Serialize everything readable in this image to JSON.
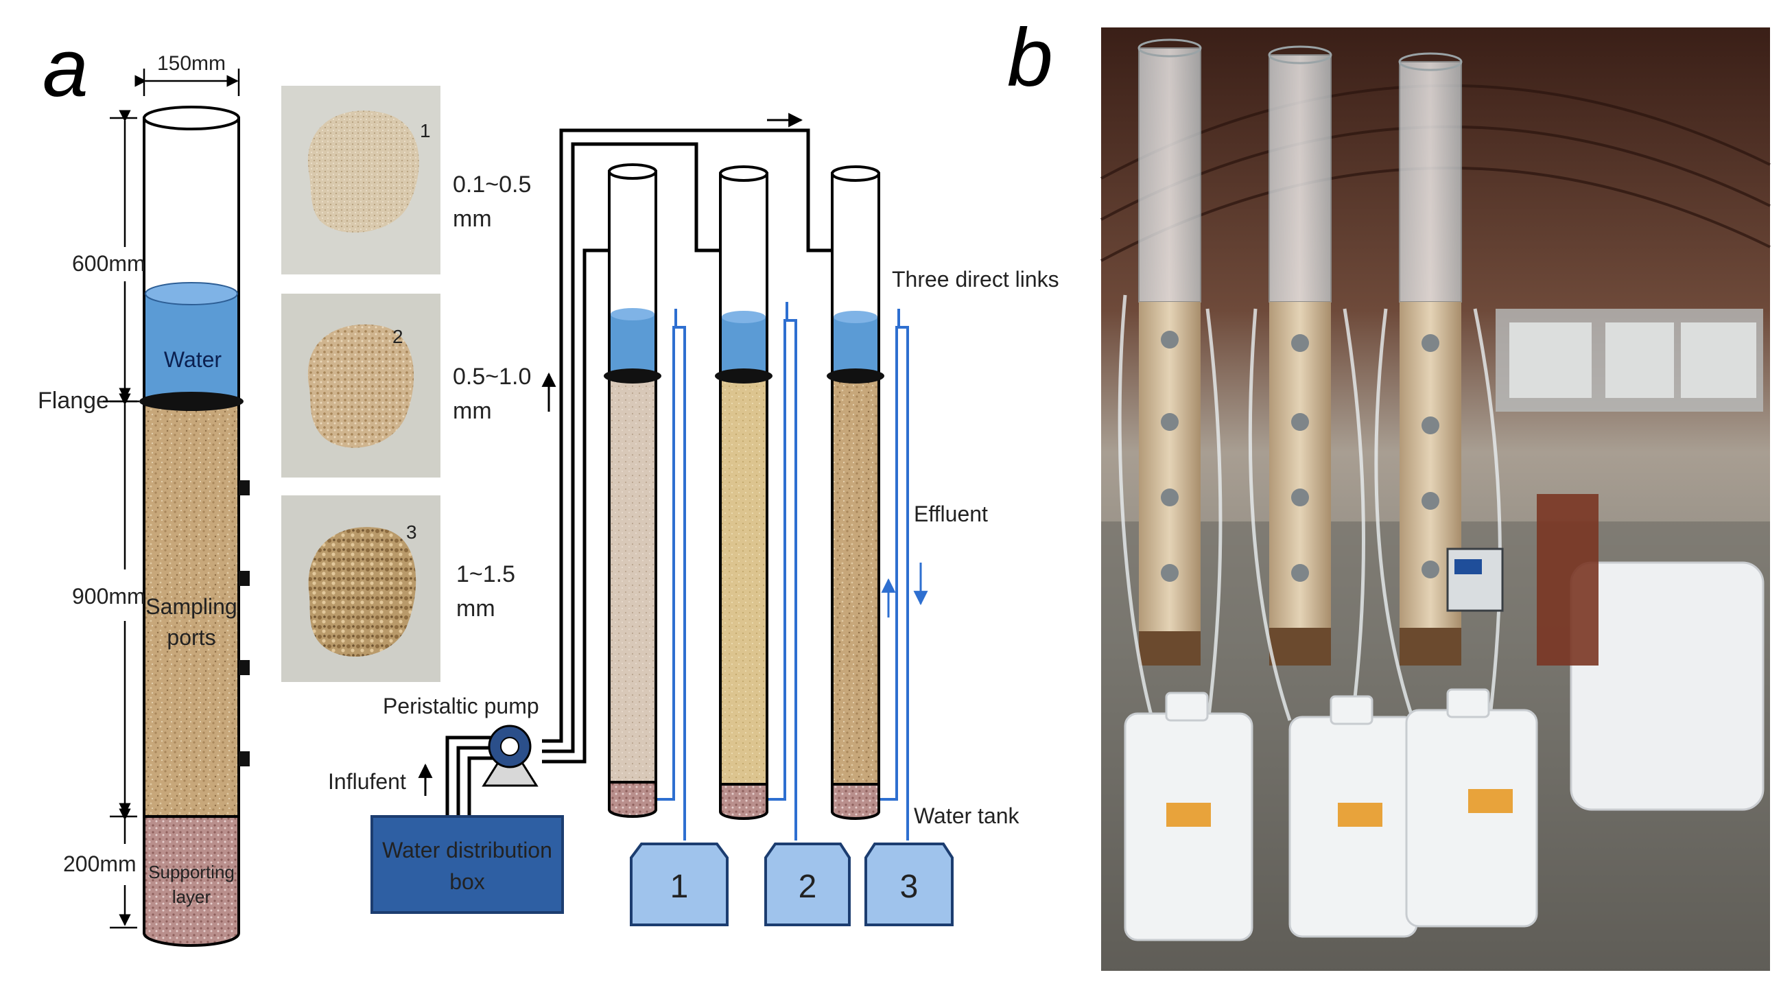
{
  "panel_a": {
    "label": "a",
    "dims": {
      "diameter": "150mm",
      "top": "600mm",
      "middle": "900mm",
      "bottom": "200mm"
    },
    "column_labels": {
      "water": "Water",
      "flange": "Flange",
      "sampling_ports": [
        "Sampling",
        "ports"
      ],
      "supporting_layer": [
        "Supporting",
        "layer"
      ]
    },
    "samples": [
      {
        "number": "1",
        "size": [
          "0.1~0.5",
          "mm"
        ]
      },
      {
        "number": "2",
        "size": [
          "0.5~1.0",
          "mm"
        ]
      },
      {
        "number": "3",
        "size": [
          "1~1.5",
          "mm"
        ]
      }
    ],
    "schematic": {
      "links": "Three direct links",
      "effluent": "Effluent",
      "water_tank": "Water tank",
      "pump": "Peristaltic pump",
      "influent": "Influfent",
      "box": [
        "Water distribution",
        "box"
      ],
      "tanks": [
        "1",
        "2",
        "3"
      ]
    }
  },
  "panel_b": {
    "label": "b"
  },
  "colors": {
    "water": "#5b9bd5",
    "box": "#2e5fa3",
    "tank": "#9fc3ec",
    "sand": "#c9ab7f",
    "support": "#b07f7a"
  }
}
